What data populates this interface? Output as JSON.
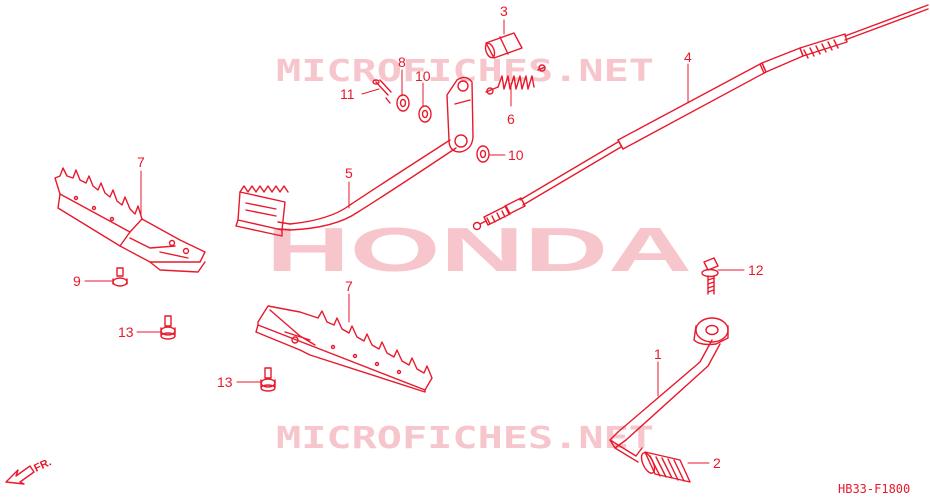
{
  "diagram": {
    "colors": {
      "line": "#e8192c",
      "watermark": "#f7c6cc",
      "background": "#ffffff"
    },
    "watermarks": {
      "top": "MICROFICHES.NET",
      "brand": "HONDA",
      "bottom": "MICROFICHES.NET"
    },
    "direction_label": "FR.",
    "diagram_code": "HB33-F1800",
    "callouts": {
      "c1": "1",
      "c2": "2",
      "c3": "3",
      "c4": "4",
      "c5": "5",
      "c6": "6",
      "c7a": "7",
      "c7b": "7",
      "c8": "8",
      "c9": "9",
      "c10a": "10",
      "c10b": "10",
      "c11": "11",
      "c12": "12",
      "c13a": "13",
      "c13b": "13"
    }
  }
}
